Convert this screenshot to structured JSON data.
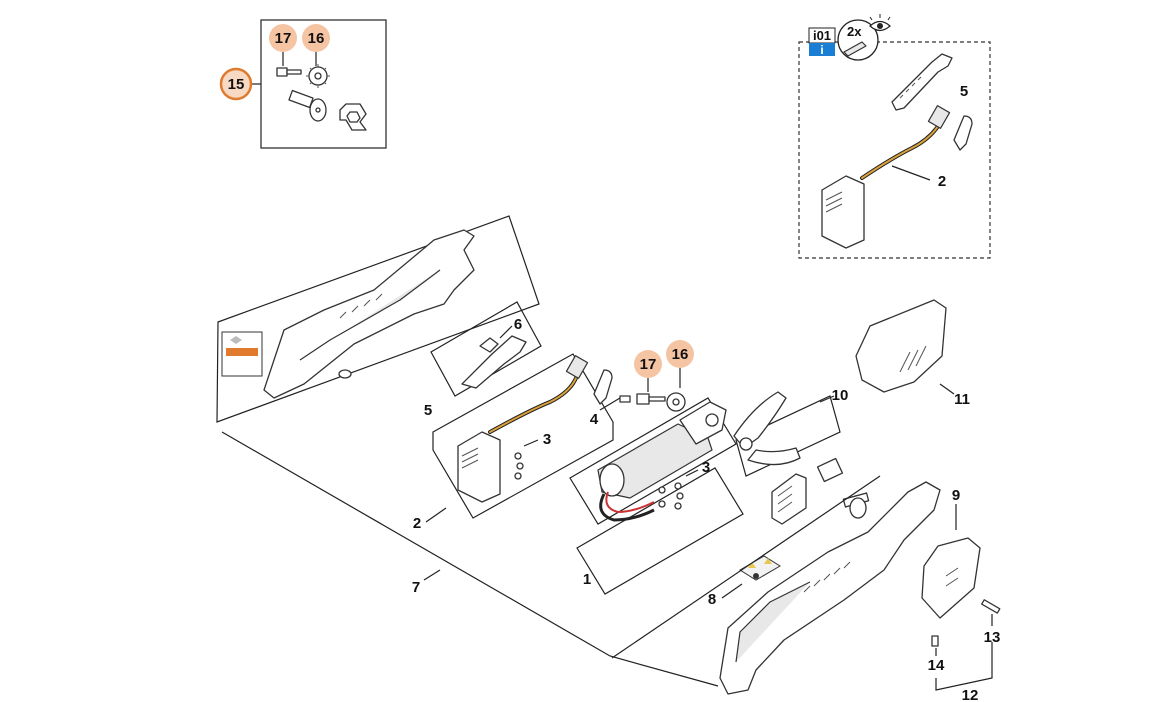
{
  "diagram": {
    "callouts": {
      "c1": "1",
      "c2": "2",
      "c2b": "2",
      "c3a": "3",
      "c3b": "3",
      "c4": "4",
      "c5": "5",
      "c5b": "5",
      "c6": "6",
      "c7": "7",
      "c8": "8",
      "c9": "9",
      "c10": "10",
      "c11": "11",
      "c12": "12",
      "c13": "13",
      "c14": "14",
      "c15": "15",
      "c16a": "16",
      "c16b": "16",
      "c17a": "17",
      "c17b": "17"
    },
    "info_box": {
      "code": "i01",
      "info_symbol": "i",
      "quantity": "2x"
    },
    "accent_colors": {
      "badge_fill": "#f5c4a3",
      "badge_ring": "#e07b2e",
      "wire": "#d9a23a",
      "info_blue": "#1a7fd4"
    }
  }
}
